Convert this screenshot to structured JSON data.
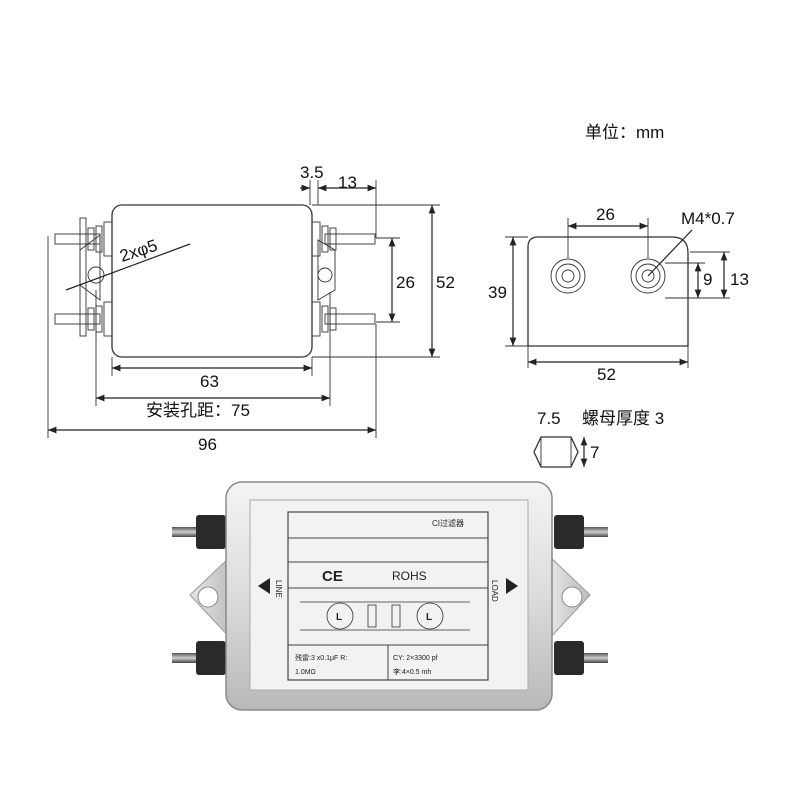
{
  "drawing": {
    "unit": "单位：mm",
    "front": {
      "holes": "2xφ5",
      "dim_terminal_offset": "3.5",
      "dim_terminal_length": "13",
      "dim_terminal_pitch": "26",
      "dim_height": "52",
      "dim_body_length": "63",
      "dim_mount_spacing": "安装孔距：75",
      "dim_overall_length": "96"
    },
    "side": {
      "dim_terminal_pitch": "26",
      "thread": "M4*0.7",
      "dim_depth": "39",
      "dim_terminal_height": "9",
      "dim_terminal_block": "13",
      "dim_width": "52"
    },
    "nut": {
      "width": "7.5",
      "thickness_label": "螺母厚度 3",
      "height": "7"
    }
  },
  "photo": {
    "label_title": "CI过滤器",
    "ce": "CE",
    "rohs": "ROHS",
    "inductor_symbol": "L",
    "spec_cx": "残雷:3 x0.1μF R:",
    "spec_r": "1.0MΩ",
    "spec_cy": "CY: 2×3300 pf",
    "spec_l": "李:4×0.5 mh",
    "line": "LINE",
    "load": "LOAD"
  }
}
